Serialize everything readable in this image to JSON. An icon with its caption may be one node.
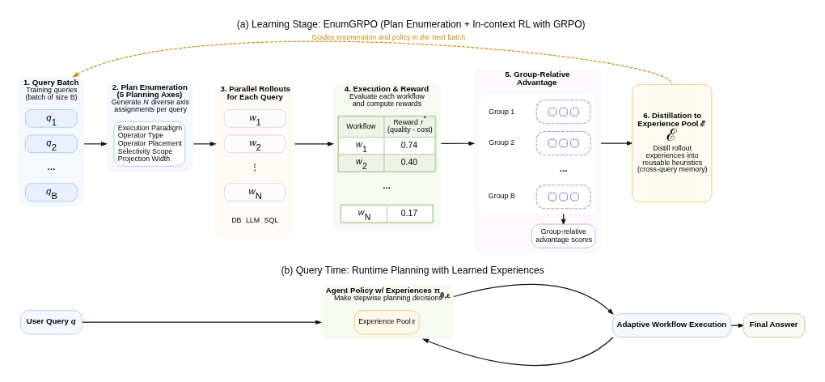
{
  "diagram": {
    "nodes": [
      {
        "text": [
          "1. Query Batch",
          "Training queries (batch of size B)"
        ]
      },
      {
        "text": [
          "*q*$_{1}$"
        ],
        "in": 0
      },
      {
        "text": [
          "*q*$_{2}$"
        ],
        "in": 0
      },
      {
        "text": [
          "*q*$_{B}$"
        ],
        "in": 0
      },
      {
        "text": [
          "2. Plan Enumeration (5 Planning Axes)",
          "Generate *N* diverse axis assignments per query"
        ]
      },
      {
        "text": [
          "Execution Paradigm",
          "Operator Type",
          "Operator Placement",
          "Selectivity Scope",
          "Projection Width"
        ],
        "in": 4
      },
      {
        "text": [
          "3. Parallel Rollouts for Each Query"
        ]
      },
      {
        "text": [
          "*w*$_{1}$"
        ],
        "in": 6
      },
      {
        "text": [
          "*w*$_{2}$"
        ],
        "in": 6
      },
      {
        "text": [
          "*w*$_{N}$"
        ],
        "in": 6
      },
      {
        "text": [
          "4. Execution & Reward",
          "Evaluate each workflow and compute rewards"
        ]
      },
      {
        "text": [
          "5. Group-Relative Advantage"
        ]
      },
      {
        "text": [],
        "shape": "box",
        "in": 11
      },
      {
        "text": [],
        "shape": "box",
        "beside": [
          "Group 1"
        ],
        "in": 12
      },
      {
        "text": [],
        "shape": "box",
        "beside": [
          "Group 2"
        ],
        "in": 12
      },
      {
        "text": [],
        "shape": "box",
        "beside": [
          "Group B"
        ],
        "in": 12
      },
      {
        "text": [
          "Group-relative advantage scores"
        ],
        "in": 11
      },
      {
        "text": [
          "6. Distillation to Experience Pool ℰ",
          "ℰ",
          "Distill rollout experiences into reusable heuristics (cross-query memory)"
        ]
      },
      {
        "text": [
          "User Query *q*"
        ]
      },
      {
        "text": [
          "Agent Policy w/ Experiences π$_{θ,ε}$",
          "Make stepwise planning decisions"
        ]
      },
      {
        "text": [
          "Experience Pool *ε*"
        ],
        "in": 19
      },
      {
        "text": [
          "Adaptive Workflow Execution"
        ]
      },
      {
        "text": [
          "Final Answer"
        ]
      }
    ],
    "edges": [
      {
        "from": 0,
        "to": 4,
        "arrow": "to"
      },
      {
        "from": 4,
        "to": 6,
        "arrow": "to"
      },
      {
        "from": 6,
        "to": 10,
        "arrow": "to"
      },
      {
        "from": 10,
        "to": 11,
        "arrow": "to"
      },
      {
        "from": 11,
        "to": 17,
        "arrow": "to"
      },
      {
        "from": 12,
        "to": 16,
        "arrow": "to"
      },
      {
        "from": 17,
        "to": 0,
        "arrow": "to",
        "label": "Guides enumeration and policy in the next batch",
        "style": "dashed",
        "color": "#c8901a"
      },
      {
        "from": 18,
        "to": 19,
        "arrow": "to"
      },
      {
        "from": 19,
        "to": 21,
        "arrow": "to"
      },
      {
        "from": 21,
        "to": 19,
        "arrow": "to"
      },
      {
        "from": 21,
        "to": 22,
        "arrow": "to"
      }
    ],
    "labels": [
      "(a) Learning Stage: EnumGRPO (Plan Enumeration + In-context RL with GRPO)",
      "…",
      "⋮",
      "Workflow",
      "Reward *r*$^{*}$ (quality - cost)",
      "*w*$_{1}$",
      "0.74",
      "*w*$_{2}$",
      "0.40",
      "…",
      "*w*$_{N}$",
      "0.17",
      "…",
      "(b) Query Time: Runtime Planning with Learned Experiences"
    ],
    "legend": [
      {
        "text": "DB"
      },
      {
        "text": "LLM"
      },
      {
        "text": "SQL"
      }
    ]
  }
}
